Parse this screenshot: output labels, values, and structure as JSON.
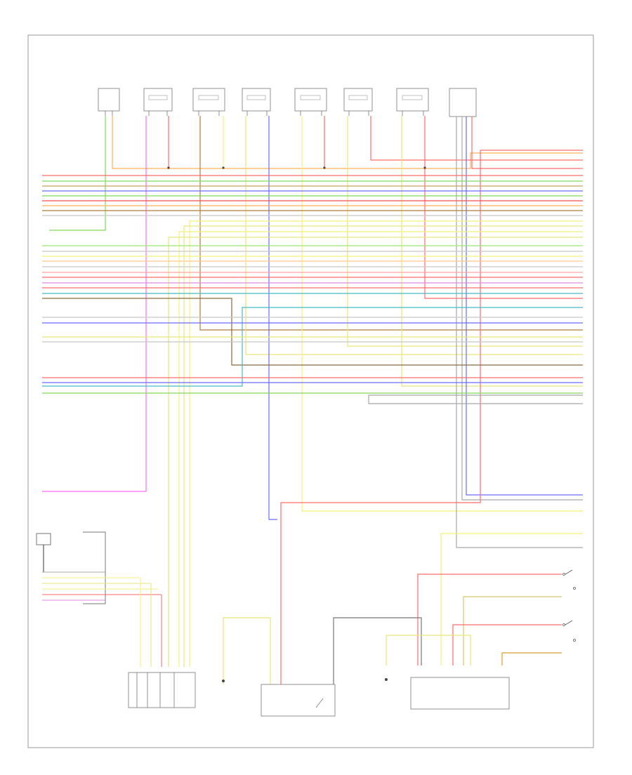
{
  "diagram": {
    "page_code": "",
    "border_color": "#9a9a9a",
    "wire_colors": {
      "red": "#ff6a6a",
      "green": "#7fdc5a",
      "blue": "#6a6aff",
      "brown": "#b07a3a",
      "yellow": "#f2f27a",
      "violet": "#ff6aff",
      "orange": "#ffb05a",
      "gray": "#a8a8a8",
      "teal": "#4ab6c8",
      "black": "#333333"
    },
    "components": [
      {
        "id": "comp-1",
        "label": ""
      },
      {
        "id": "comp-2",
        "label": ""
      },
      {
        "id": "comp-3",
        "label": ""
      },
      {
        "id": "comp-4",
        "label": ""
      },
      {
        "id": "comp-5",
        "label": ""
      },
      {
        "id": "comp-6",
        "label": ""
      },
      {
        "id": "comp-7",
        "label": ""
      },
      {
        "id": "comp-8",
        "label": ""
      },
      {
        "id": "throttle-module",
        "label": ""
      },
      {
        "id": "relay-module",
        "label": ""
      },
      {
        "id": "fuel-pump-module",
        "label": ""
      },
      {
        "id": "sensor-left",
        "label": ""
      }
    ]
  }
}
